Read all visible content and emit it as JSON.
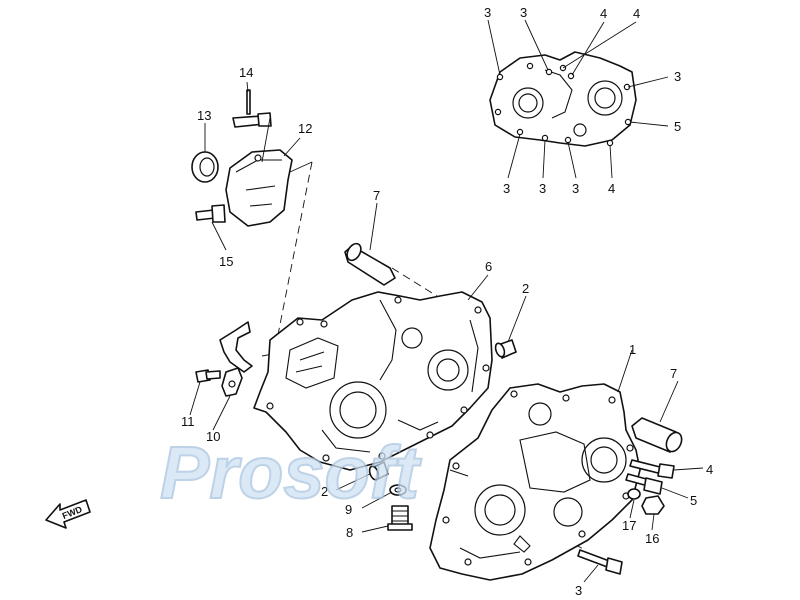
{
  "diagram": {
    "labels": {
      "top_l1": "3",
      "top_l2": "3",
      "top_l3": "4",
      "top_l4": "4",
      "top_r1": "3",
      "top_r2": "5",
      "top_b1": "3",
      "top_b2": "3",
      "top_b3": "3",
      "top_b4": "4",
      "p14": "14",
      "p13": "13",
      "p12": "12",
      "p15": "15",
      "p7a": "7",
      "p6": "6",
      "p2a": "2",
      "p1": "1",
      "p11": "11",
      "p10": "10",
      "p7b": "7",
      "p4": "4",
      "p5": "5",
      "p2b": "2",
      "p9": "9",
      "p8": "8",
      "p17": "17",
      "p16": "16",
      "p3": "3"
    },
    "fwd_label": "FWD",
    "watermark": "Prosoft"
  }
}
